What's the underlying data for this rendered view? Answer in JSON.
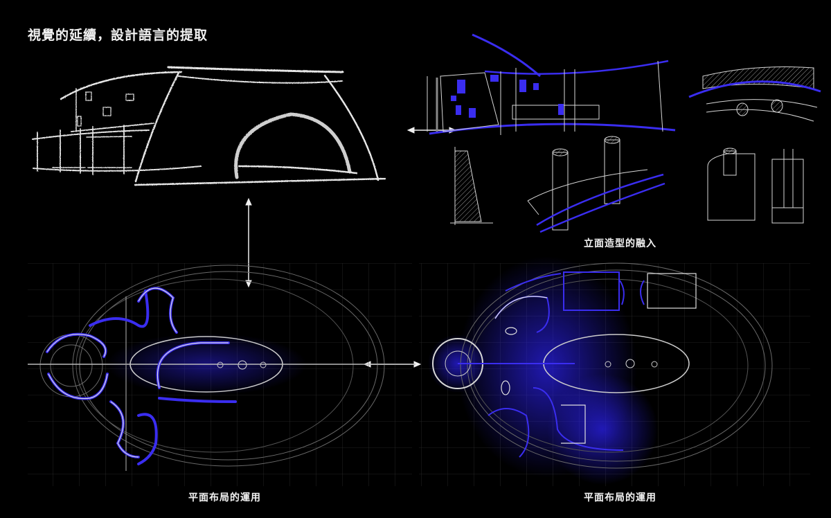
{
  "title": "視覺的延續，設計語言的提取",
  "captions": {
    "elevation": "立面造型的融入",
    "plan_left": "平面布局的運用",
    "plan_right": "平面布局的運用"
  },
  "panels": [
    {
      "name": "exterior-concept-sketch",
      "style": "white chalk sketch"
    },
    {
      "name": "elevation-sketches",
      "style": "white line with blue accents"
    },
    {
      "name": "floor-plan-concept",
      "style": "CAD plan with blue organic curves"
    },
    {
      "name": "floor-plan-applied",
      "style": "CAD plan with blue zoned layout"
    }
  ],
  "colors": {
    "background": "#000000",
    "sketch_line": "#e8e8e8",
    "accent_blue": "#3a2df0",
    "cad_line": "#6a6a6a"
  }
}
